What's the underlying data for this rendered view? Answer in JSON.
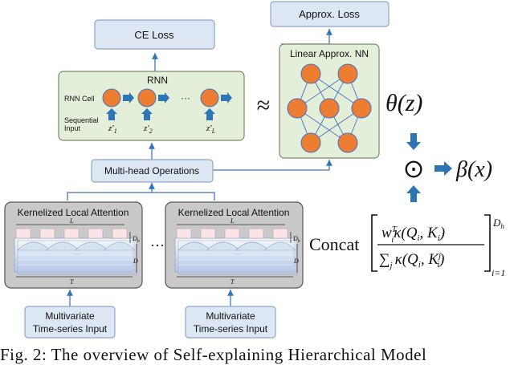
{
  "boxes": {
    "ce_loss": "CE Loss",
    "approx_loss": "Approx. Loss",
    "rnn": "RNN",
    "rnn_cell": "RNN Cell",
    "sequential_input_line1": "Sequential",
    "sequential_input_line2": "Input",
    "linear_approx_nn": "Linear Approx. NN",
    "multi_head": "Multi-head Operations",
    "kla_left": "Kernelized Local Attention",
    "kla_right": "Kernelized Local Attention",
    "input_left_line1": "Multivariate",
    "input_left_line2": "Time-series Input",
    "input_right_line1": "Multivariate",
    "input_right_line2": "Time-series Input"
  },
  "rnn_inputs": [
    "z",
    "z",
    "z"
  ],
  "rnn_input_subs": [
    "1",
    "2",
    "L"
  ],
  "rnn_dots": "···",
  "approx_symbol": "≈",
  "theta": "θ(z)",
  "odot": "⊙",
  "beta": "β(x)",
  "ellipsis": "···",
  "dim_labels": {
    "L": "L",
    "T": "T",
    "Dh": "D",
    "Dh_sub": "h",
    "D": "D"
  },
  "formula": {
    "concat": "Concat",
    "numerator": "w",
    "numerator_sup": "T",
    "numerator_sub": "i",
    "numerator_rest": "κ(Q",
    "numerator_rest2": ", K",
    "denominator": "∑",
    "denominator_sub": "j",
    "denominator_rest": "κ(Q",
    "denominator_rest2": ", K",
    "denominator_sup": "j",
    "upper": "D",
    "upper_sub": "h",
    "lower": "i=1"
  },
  "caption": "Fig. 2: The overview of Self-explaining Hierarchical Model",
  "colors": {
    "blue_box": "#dde6f3",
    "blue_border": "#8fa6c8",
    "green_box": "#e3efd9",
    "green_border": "#7a8a6a",
    "gray_box": "#c9c9c9",
    "node": "#ec7d31",
    "arrow": "#2e75b6",
    "line": "#4472c4"
  }
}
